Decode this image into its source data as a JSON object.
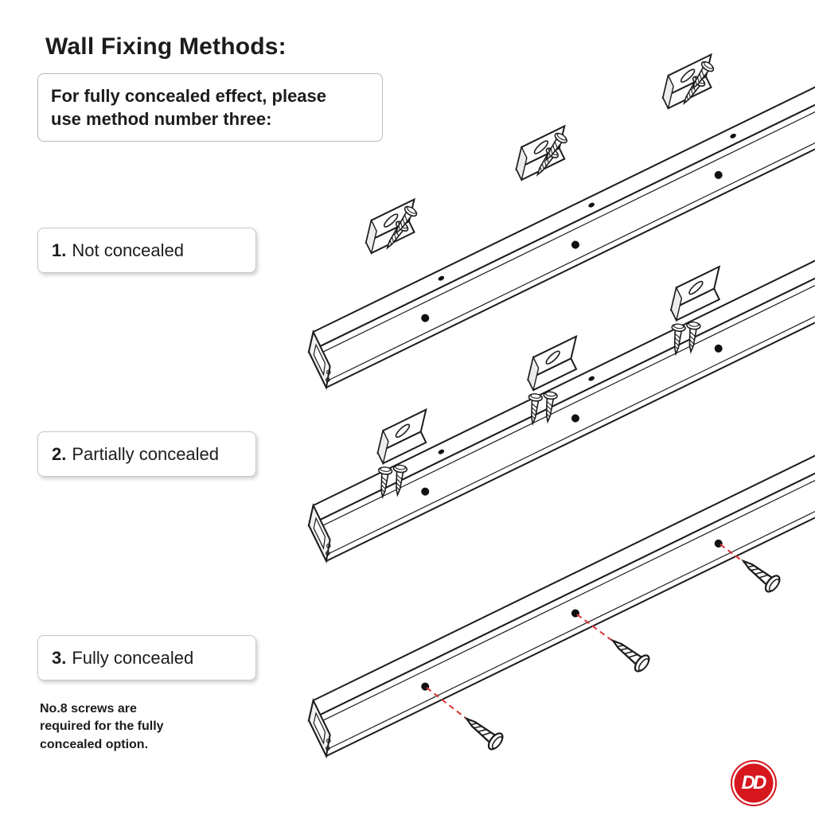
{
  "header": {
    "title": "Wall Fixing Methods:",
    "callout_line1": "For fully concealed effect, please",
    "callout_line2": "use method number three:"
  },
  "methods": [
    {
      "number": "1.",
      "label": "Not concealed"
    },
    {
      "number": "2.",
      "label": "Partially concealed"
    },
    {
      "number": "3.",
      "label": "Fully concealed"
    }
  ],
  "note": {
    "lines": [
      "No.8 screws are",
      "required for the fully",
      "concealed option."
    ]
  },
  "logo": {
    "text": "DD"
  },
  "diagram": {
    "description": "Three sliding-door track rails shown diagonally, one per fixing method",
    "icons": [
      "track-rail-icon",
      "angle-bracket-icon",
      "screw-icon",
      "screw-hole-icon",
      "guide-line-icon"
    ],
    "colors": {
      "line": "#1c1c1c",
      "accent_red": "#e03131",
      "logo_red": "#d6181e"
    }
  }
}
